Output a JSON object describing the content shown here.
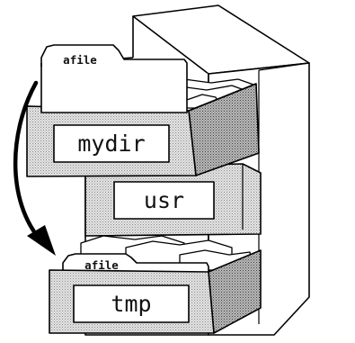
{
  "diagram": {
    "drawers": [
      {
        "label": "mydir"
      },
      {
        "label": "usr"
      },
      {
        "label": "tmp"
      }
    ],
    "files": [
      {
        "tab_label": "afile",
        "location": "mydir"
      },
      {
        "tab_label": "afile",
        "location": "tmp"
      }
    ],
    "arrow": {
      "from": "mydir",
      "to": "tmp",
      "meaning": "file moved"
    }
  }
}
